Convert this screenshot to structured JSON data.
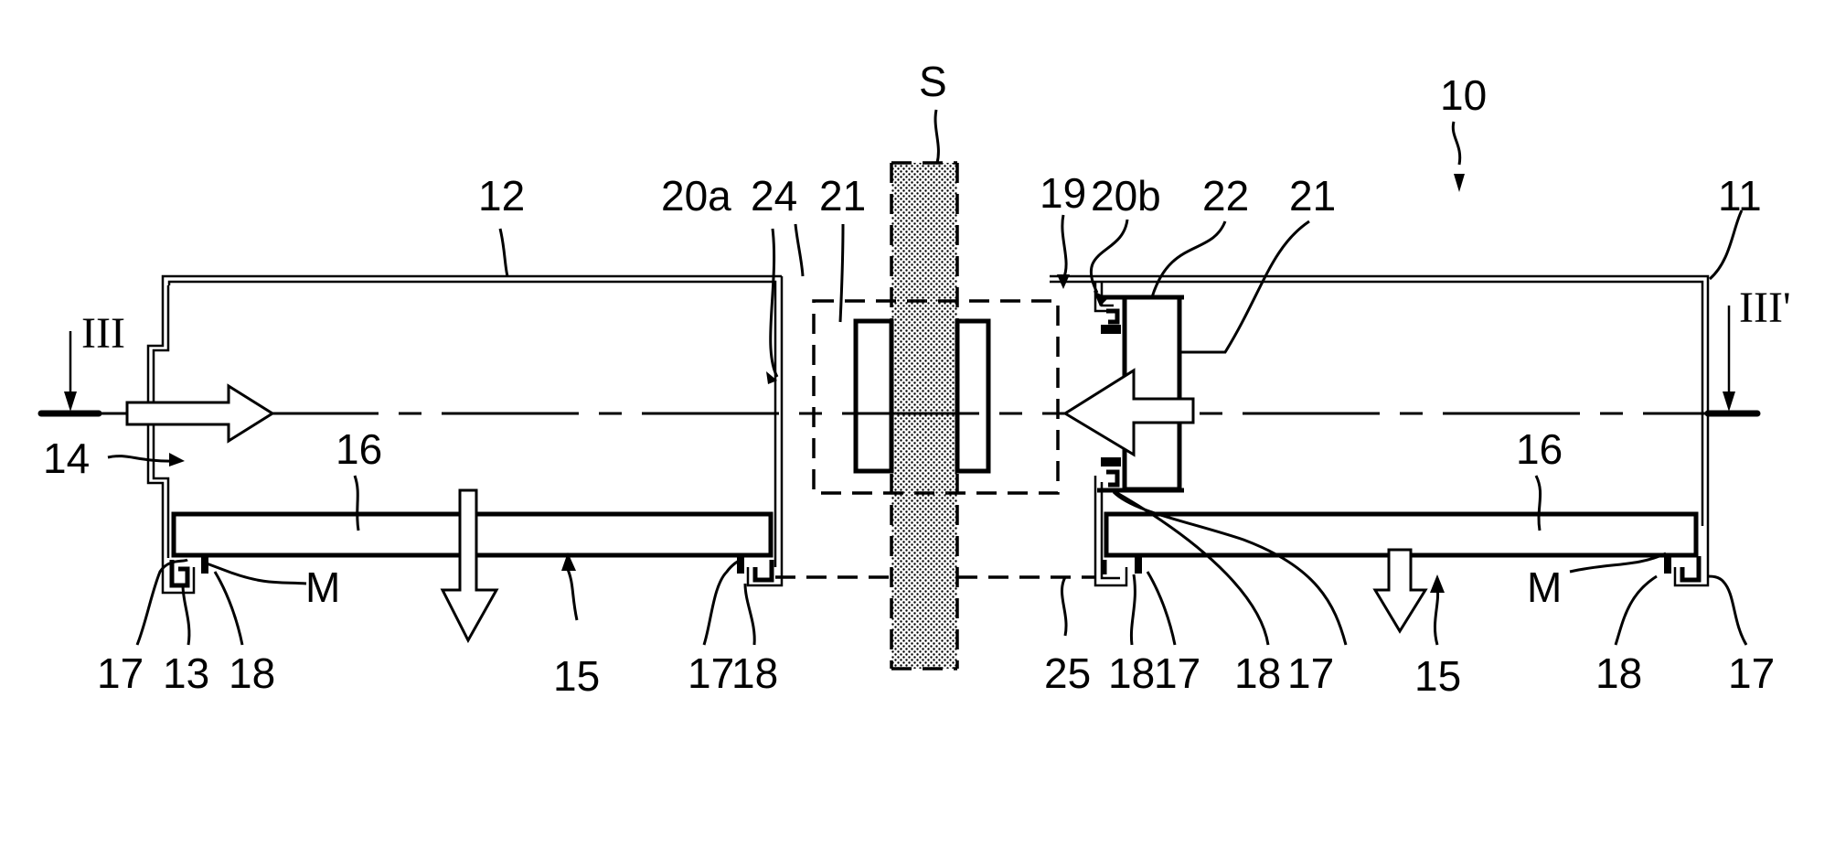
{
  "figure": {
    "type": "patent-cross-section",
    "labels": {
      "device": "10",
      "housing_right": "11",
      "housing_left": "12",
      "bottom_left": "13",
      "inlet": "14",
      "outlet_left": "15",
      "outlet_right": "15",
      "plate_left": "16",
      "plate_right": "16",
      "seal_17_a": "17",
      "seal_17_b": "17",
      "seal_17_c": "17",
      "seal_17_d": "17",
      "seal_17_e": "17",
      "seal_18_a": "18",
      "seal_18_b": "18",
      "seal_18_c": "18",
      "seal_18_d": "18",
      "seal_18_e": "18",
      "opening": "19",
      "wall_a": "20a",
      "wall_b": "20b",
      "filter_left": "21",
      "filter_right": "21",
      "frame": "22",
      "top_joint": "24",
      "bottom_joint": "25",
      "wall_S": "S",
      "marker_left": "M",
      "marker_right": "M",
      "section_left": "III",
      "section_right": "III'"
    }
  }
}
